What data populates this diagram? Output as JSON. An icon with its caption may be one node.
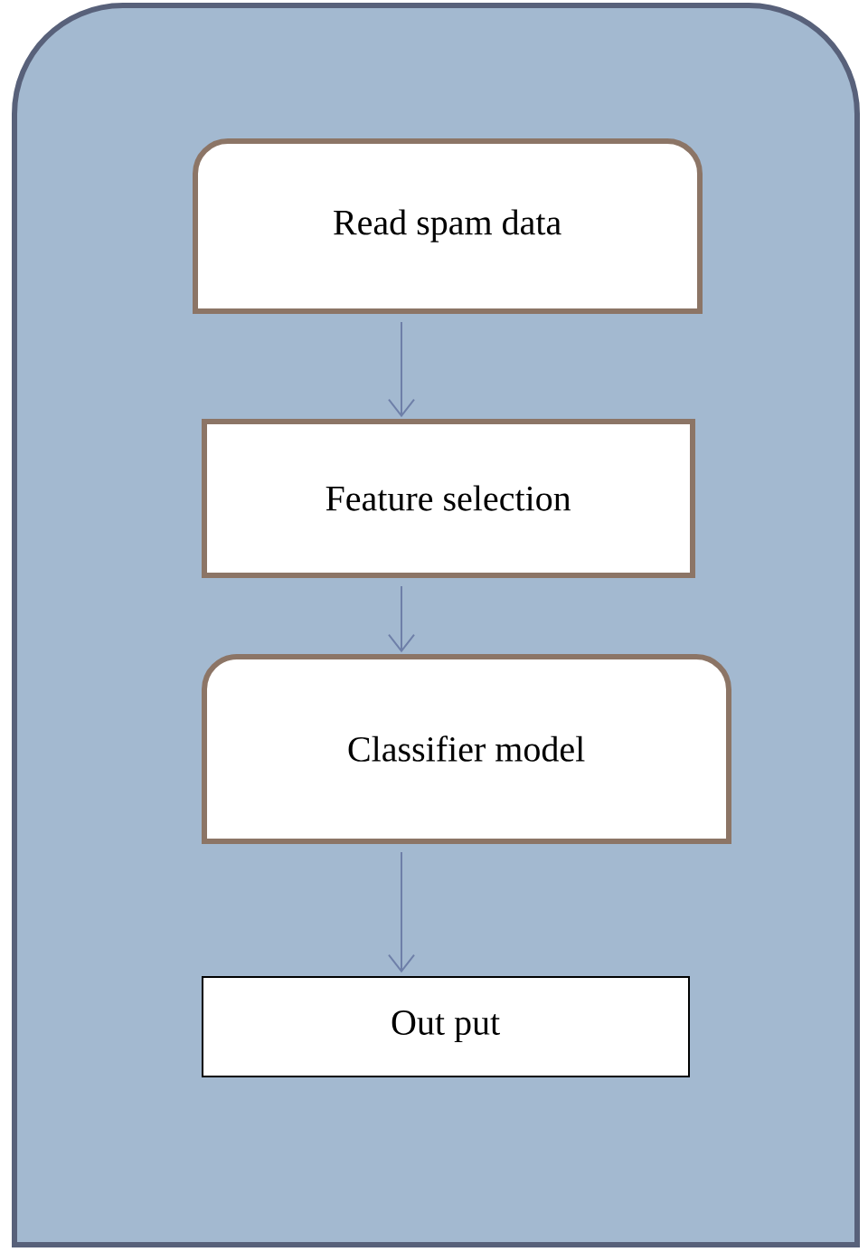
{
  "diagram": {
    "nodes": [
      {
        "text": [],
        "shape": "box"
      },
      {
        "text": [
          "Read spam data"
        ],
        "in": 0
      },
      {
        "text": [
          "Feature selection"
        ],
        "in": 0
      },
      {
        "text": [
          "Classifier model"
        ],
        "in": 0
      },
      {
        "text": [
          "Out put"
        ],
        "in": 0
      }
    ],
    "edges": [
      {
        "from": 1,
        "to": 2,
        "arrow": "to"
      },
      {
        "from": 2,
        "to": 3,
        "arrow": "to"
      },
      {
        "from": 3,
        "to": 4,
        "arrow": "to"
      }
    ]
  }
}
